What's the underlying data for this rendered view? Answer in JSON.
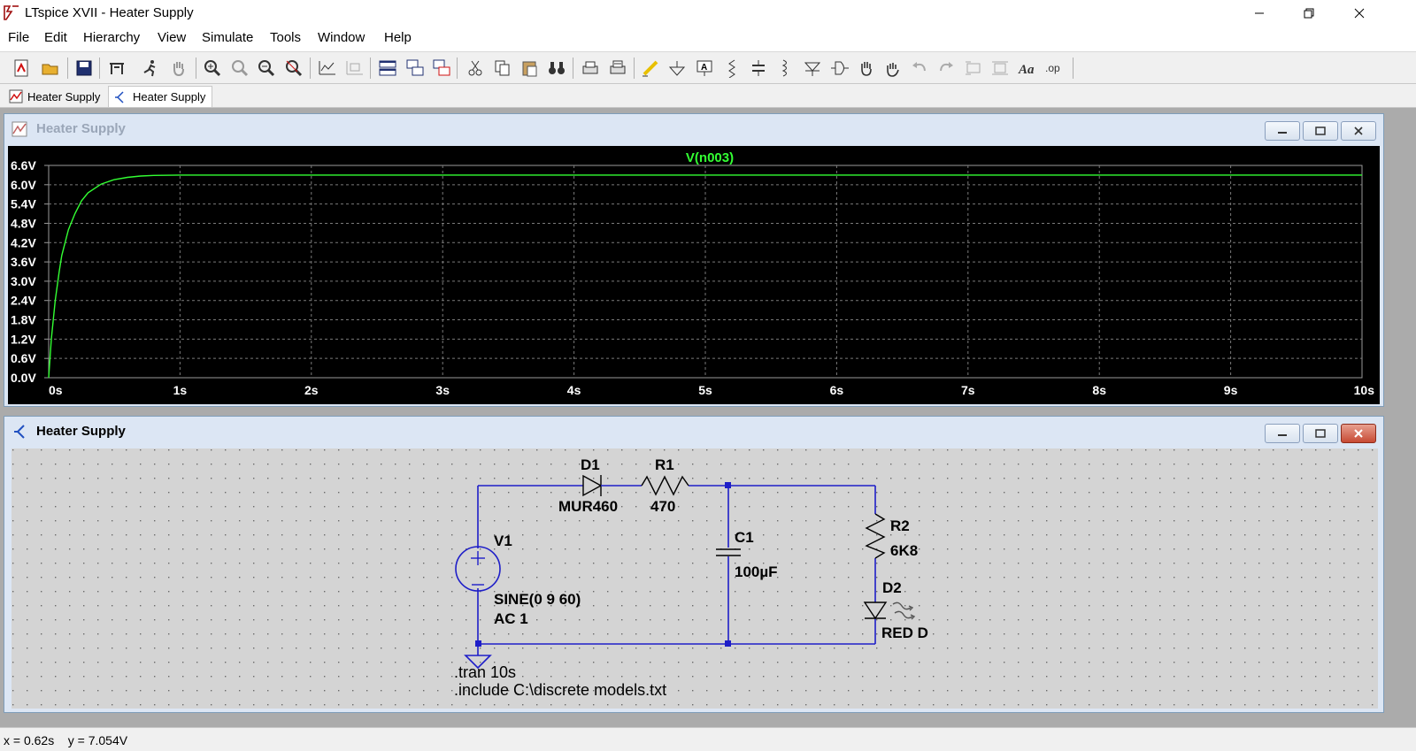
{
  "window": {
    "title": "LTspice XVII - Heater Supply"
  },
  "menu": {
    "items": [
      "File",
      "Edit",
      "Hierarchy",
      "View",
      "Simulate",
      "Tools",
      "Window",
      "Help"
    ]
  },
  "tabs": [
    {
      "label": "Heater Supply",
      "icon": "waveform-icon"
    },
    {
      "label": "Heater Supply",
      "icon": "schematic-icon"
    }
  ],
  "waveform_window": {
    "title": "Heater Supply"
  },
  "schematic_window": {
    "title": "Heater Supply"
  },
  "colors": {
    "trace": "#33ff33",
    "plot_bg": "#000000",
    "wire": "#1e1ec8",
    "sheet_bg": "#d4d4d4"
  },
  "chart_data": {
    "type": "line",
    "title": "V(n003)",
    "series": [
      {
        "name": "V(n003)",
        "x": [
          0,
          0.02,
          0.05,
          0.08,
          0.1,
          0.15,
          0.2,
          0.25,
          0.3,
          0.4,
          0.5,
          0.6,
          0.7,
          0.8,
          1,
          1.5,
          2,
          3,
          4,
          5,
          6,
          7,
          8,
          9,
          10
        ],
        "y": [
          0,
          1.2,
          2.4,
          3.3,
          3.8,
          4.6,
          5.1,
          5.5,
          5.75,
          6.02,
          6.16,
          6.23,
          6.27,
          6.29,
          6.3,
          6.3,
          6.3,
          6.3,
          6.3,
          6.3,
          6.3,
          6.3,
          6.3,
          6.3,
          6.3
        ]
      }
    ],
    "xlim": [
      0,
      10
    ],
    "ylim": [
      0,
      6.6
    ],
    "xticks": [
      "0s",
      "1s",
      "2s",
      "3s",
      "4s",
      "5s",
      "6s",
      "7s",
      "8s",
      "9s",
      "10s"
    ],
    "yticks": [
      "0.0V",
      "0.6V",
      "1.2V",
      "1.8V",
      "2.4V",
      "3.0V",
      "3.6V",
      "4.2V",
      "4.8V",
      "5.4V",
      "6.0V",
      "6.6V"
    ],
    "grid": true
  },
  "schematic": {
    "d1": {
      "ref": "D1",
      "value": "MUR460"
    },
    "r1": {
      "ref": "R1",
      "value": "470"
    },
    "c1": {
      "ref": "C1",
      "value": "100µF"
    },
    "r2": {
      "ref": "R2",
      "value": "6K8"
    },
    "d2": {
      "ref": "D2",
      "value": "RED D"
    },
    "v1": {
      "ref": "V1",
      "value": "SINE(0 9 60)",
      "ac": "AC 1"
    },
    "directives": [
      ".tran 10s",
      ".include C:\\discrete models.txt"
    ]
  },
  "status": {
    "text": "x = 0.62s    y = 7.054V"
  }
}
